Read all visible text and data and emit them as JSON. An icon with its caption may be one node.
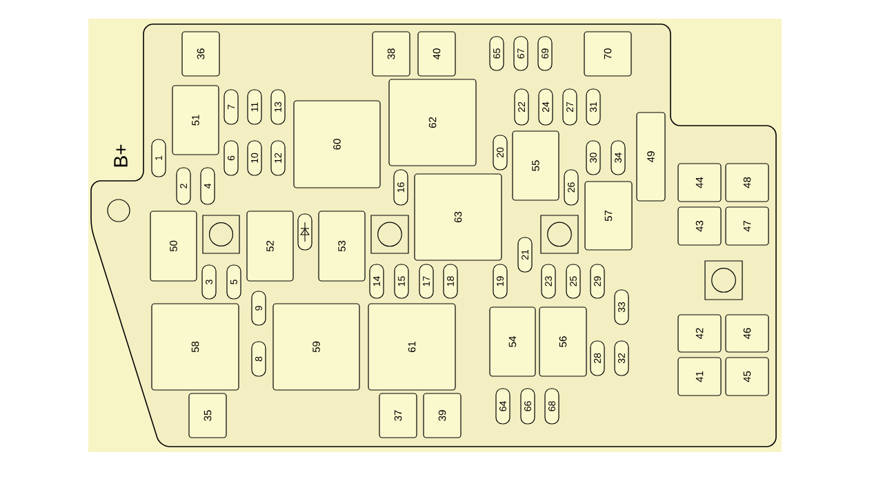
{
  "diagram": {
    "nodes": [
      {
        "text": [
          "36"
        ]
      },
      {
        "text": [
          "38"
        ]
      },
      {
        "text": [
          "40"
        ]
      },
      {
        "text": [
          "70"
        ]
      },
      {
        "text": [
          "51"
        ]
      },
      {
        "text": [
          "60"
        ]
      },
      {
        "text": [
          "62"
        ]
      },
      {
        "text": [
          "55"
        ]
      },
      {
        "text": [
          "49"
        ]
      },
      {
        "text": [
          "44"
        ]
      },
      {
        "text": [
          "48"
        ]
      },
      {
        "text": [
          "43"
        ]
      },
      {
        "text": [
          "47"
        ]
      },
      {
        "text": [
          "50"
        ]
      },
      {
        "text": [
          "52"
        ]
      },
      {
        "text": [
          "53"
        ]
      },
      {
        "text": [
          "63"
        ]
      },
      {
        "text": [
          "57"
        ]
      },
      {
        "text": [
          "58"
        ]
      },
      {
        "text": [
          "59"
        ]
      },
      {
        "text": [
          "61"
        ]
      },
      {
        "text": [
          "54"
        ]
      },
      {
        "text": [
          "56"
        ]
      },
      {
        "text": [
          "42"
        ]
      },
      {
        "text": [
          "46"
        ]
      },
      {
        "text": [
          "41"
        ]
      },
      {
        "text": [
          "45"
        ]
      },
      {
        "text": [
          "35"
        ]
      },
      {
        "text": [
          "37"
        ]
      },
      {
        "text": [
          "39"
        ]
      },
      {
        "text": [
          "1"
        ]
      },
      {
        "text": [
          "2"
        ]
      },
      {
        "text": [
          "4"
        ]
      },
      {
        "text": [
          "7"
        ]
      },
      {
        "text": [
          "11"
        ]
      },
      {
        "text": [
          "13"
        ]
      },
      {
        "text": [
          "6"
        ]
      },
      {
        "text": [
          "10"
        ]
      },
      {
        "text": [
          "12"
        ]
      },
      {
        "text": [
          "16"
        ]
      },
      {
        "text": [
          "65"
        ]
      },
      {
        "text": [
          "67"
        ]
      },
      {
        "text": [
          "69"
        ]
      },
      {
        "text": [
          "22"
        ]
      },
      {
        "text": [
          "24"
        ]
      },
      {
        "text": [
          "27"
        ]
      },
      {
        "text": [
          "31"
        ]
      },
      {
        "text": [
          "20"
        ]
      },
      {
        "text": [
          "30"
        ]
      },
      {
        "text": [
          "34"
        ]
      },
      {
        "text": [
          "26"
        ]
      },
      {
        "text": [],
        "shape": "picture"
      },
      {
        "text": [
          "3"
        ]
      },
      {
        "text": [
          "5"
        ]
      },
      {
        "text": [
          "9"
        ]
      },
      {
        "text": [
          "8"
        ]
      },
      {
        "text": [
          "14"
        ]
      },
      {
        "text": [
          "15"
        ]
      },
      {
        "text": [
          "17"
        ]
      },
      {
        "text": [
          "18"
        ]
      },
      {
        "text": [
          "19"
        ]
      },
      {
        "text": [
          "21"
        ]
      },
      {
        "text": [
          "23"
        ]
      },
      {
        "text": [
          "25"
        ]
      },
      {
        "text": [
          "29"
        ]
      },
      {
        "text": [
          "33"
        ]
      },
      {
        "text": [
          "28"
        ]
      },
      {
        "text": [
          "32"
        ]
      },
      {
        "text": [
          "64"
        ]
      },
      {
        "text": [
          "66"
        ]
      },
      {
        "text": [
          "68"
        ]
      },
      {
        "text": [],
        "shape": "box"
      },
      {
        "text": [],
        "shape": "box"
      },
      {
        "text": [],
        "shape": "box"
      },
      {
        "text": [],
        "shape": "box"
      }
    ],
    "labels": [
      "B+"
    ]
  }
}
